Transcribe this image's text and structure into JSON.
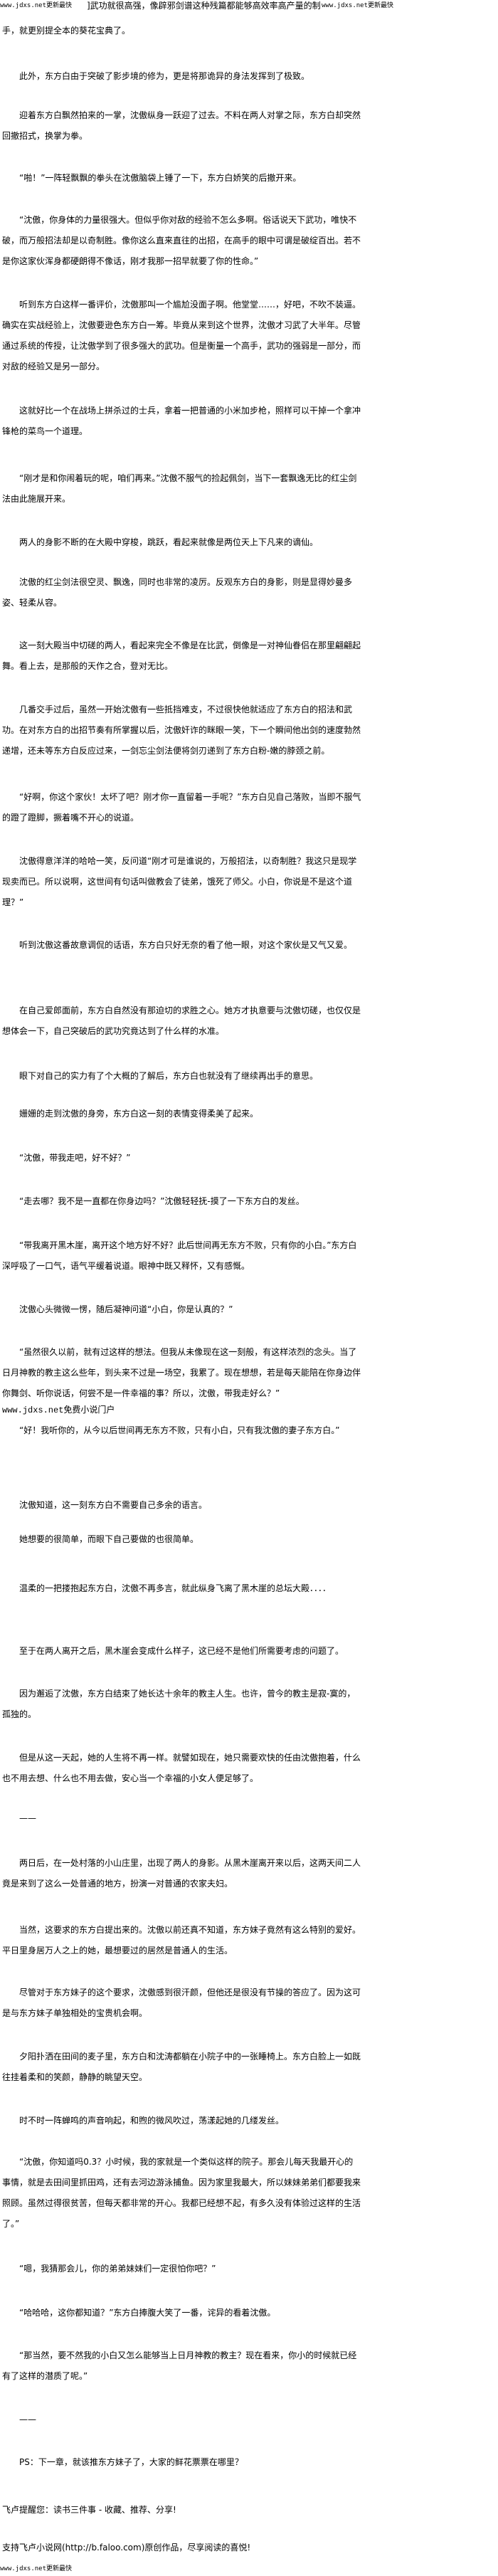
{
  "watermarks": {
    "top_left": "www.jdxs.net更新最快",
    "top_right": "www.jdxs.net更新最快",
    "mid": "www.jdxs.net免费小说门户",
    "bottom": "www.jdxs.net更新最快"
  },
  "header_fragment": "]武功就很高强，像辟邪剑谱这种残篇都能够高效率高产量的制",
  "paragraphs": [
    "手，就更别提全本的葵花宝典了。",
    "此外，东方白由于突破了影步境的修为，更是将那诡异的身法发挥到了极致。",
    "迎着东方白飘然拍来的一掌，沈傲纵身一跃迎了过去。不料在两人对掌之际，东方白却突然回撤招式，换掌为拳。",
    "“啪！”一阵轻飘飘的拳头在沈傲脑袋上锤了一下，东方白娇笑的后撤开来。",
    "“沈傲，你身体的力量很强大。但似乎你对敌的经验不怎么多啊。俗话说天下武功，唯快不破，而万般招法却是以奇制胜。像你这么直来直往的出招，在高手的眼中可谓是破绽百出。若不是你这家伙浑身都硬朗得不像话，刚才我那一招早就要了你的性命。”",
    "听到东方白这样一番评价，沈傲那叫一个尴尬没面子啊。他堂堂……，好吧，不吹不装逼。确实在实战经验上，沈傲要逊色东方白一筹。毕竟从来到这个世界，沈傲才习武了大半年。尽管通过系统的传授，让沈傲学到了很多强大的武功。但是衡量一个高手，武功的强弱是一部分，而对敌的经验又是另一部分。",
    "这就好比一个在战场上拼杀过的士兵，拿着一把普通的小米加步枪，照样可以干掉一个拿冲锋枪的菜鸟一个道理。",
    "“刚才是和你闹着玩的呢，咱们再来。”沈傲不服气的捡起佩剑，当下一套飘逸无比的红尘剑法由此施展开来。",
    "两人的身影不断的在大殿中穿梭，跳跃，看起来就像是两位天上下凡来的谪仙。",
    "沈傲的红尘剑法很空灵、飘逸，同时也非常的凌厉。反观东方白的身影，则是显得妙曼多姿、轻柔从容。",
    "这一刻大殿当中切磋的两人，看起来完全不像是在比武，倒像是一对神仙眷侣在那里翩翩起舞。看上去，是那般的天作之合，登对无比。",
    "几番交手过后，虽然一开始沈傲有一些抵挡难支，不过很快他就适应了东方白的招法和武功。在对东方白的出招节奏有所掌握以后，沈傲奸诈的眯眼一笑，下一个瞬间他出剑的速度勃然递增，还未等东方白反应过来，一剑忘尘剑法便将剑刃递到了东方白粉-嫩的脖颈之前。",
    "“好啊，你这个家伙！太坏了吧？刚才你一直留着一手呢？”东方白见自己落败，当即不服气的蹬了蹬脚，撅着嘴不开心的说道。",
    "沈傲得意洋洋的哈哈一笑，反问道“刚才可是谁说的，万般招法，以奇制胜？我这只是现学现卖而已。所以说啊，这世间有句话叫做教会了徒弟，饿死了师父。小白，你说是不是这个道理？”",
    "听到沈傲这番故意调侃的话语，东方白只好无奈的看了他一眼，对这个家伙是又气又爱。",
    "在自己爱郎面前，东方白自然没有那迫切的求胜之心。她方才执意要与沈傲切磋，也仅仅是想体会一下，自己突破后的武功究竟达到了什么样的水准。",
    "眼下对自己的实力有了个大概的了解后，东方白也就没有了继续再出手的意思。",
    "姗姗的走到沈傲的身旁，东方白这一刻的表情变得柔美了起来。",
    "“沈傲，带我走吧，好不好？”",
    "“走去哪？我不是一直都在你身边吗？”沈傲轻轻抚-摸了一下东方白的发丝。",
    "“带我离开黑木崖，离开这个地方好不好？此后世间再无东方不败，只有你的小白。”东方白深呼吸了一口气，语气平缓着说道。眼神中既又释怀，又有感慨。",
    "沈傲心头微微一愣，随后凝神问道“小白，你是认真的？”",
    "“虽然很久以前，就有过这样的想法。但我从未像现在这一刻般，有这样浓烈的念头。当了日月神教的教主这么些年，到头来不过是一场空，我累了。现在想想，若是每天能陪在你身边伴你舞剑、听你说话，何尝不是一件幸福的事？所以，沈傲，带我走好么？”",
    "“好！我听你的，从今以后世间再无东方不败，只有小白，只有我沈傲的妻子东方白。”",
    "沈傲知道，这一刻东方白不需要自己多余的语言。",
    "她想要的很简单，而眼下自己要做的也很简单。",
    "温柔的一把搂抱起东方白，沈傲不再多言，就此纵身飞离了黑木崖的总坛大殿．．．．",
    "至于在两人离开之后，黑木崖会变成什么样子，这已经不是他们所需要考虑的问题了。",
    "因为邂逅了沈傲，东方白结束了她长达十余年的教主人生。也许，曾今的教主是寂-寞的，孤独的。",
    "但是从这一天起，她的人生将不再一样。就譬如现在，她只需要欢快的任由沈傲抱着，什么也不用去想、什么也不用去做，安心当一个幸福的小女人便足够了。",
    "两日后，在一处村落的小山庄里，出现了两人的身影。从黑木崖离开来以后，这两天间二人竟是来到了这么一处普通的地方，扮演一对普通的农家夫妇。",
    "当然，这要求的东方白提出来的。沈傲以前还真不知道，东方妹子竟然有这么特别的爱好。平日里身居万人之上的她，最想要过的居然是普通人的生活。",
    "尽管对于东方妹子的这个要求，沈傲感到很汗颜，但他还是很没有节操的答应了。因为这可是与东方妹子单独相处的宝贵机会啊。",
    "夕阳扑洒在田间的麦子里，东方白和沈涛都躺在小院子中的一张睡椅上。东方白脸上一如既往挂着柔和的笑颜，静静的眺望天空。",
    "时不时一阵蝉鸣的声音响起，和煦的微风吹过，荡漾起她的几缕发丝。",
    "“沈傲，你知道吗0.3？小时候，我的家就是一个类似这样的院子。那会儿每天我最开心的事情，就是去田间里抓田鸡，还有去河边游泳捕鱼。因为家里我最大，所以妹妹弟弟们都要我来照顾。虽然过得很贫苦，但每天都非常的开心。我都已经想不起，有多久没有体验过这样的生活了。”",
    "“嗯，我猜那会儿，你的弟弟妹妹们一定很怕你吧？”",
    "“哈哈哈，这你都知道？”东方白捧腹大笑了一番，诧异的看着沈傲。",
    "“那当然，要不然我的小白又怎么能够当上日月神教的教主？现在看来，你小的时候就已经有了这样的潜质了呢。”"
  ],
  "separator": "——",
  "ps": "PS：下一章，就该推东方妹子了，大家的鲜花票票在哪里？",
  "footer": {
    "reminder": "飞卢提醒您：读书三件事 - 收藏、推荐、分享!",
    "support": "支持飞卢小说网(http://b.faloo.com)原创作品，尽享阅读的喜悦!"
  }
}
